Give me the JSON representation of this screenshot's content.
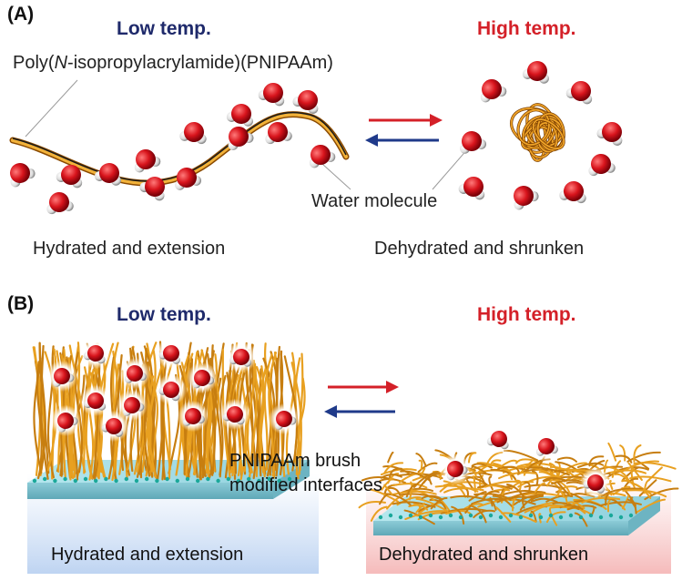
{
  "panel_a": {
    "label": "(A)",
    "low_temp": "Low temp.",
    "high_temp": "High temp.",
    "polymer_label": "Poly(",
    "polymer_label_italic": "N",
    "polymer_label_rest": "-isopropylacrylamide)(PNIPAAm)",
    "water_label": "Water molecule",
    "caption_left": "Hydrated and extension",
    "caption_right": "Dehydrated and shrunken"
  },
  "panel_b": {
    "label": "(B)",
    "low_temp": "Low temp.",
    "high_temp": "High temp.",
    "brush_label_line1": "PNIPAAm brush",
    "brush_label_line2": "modified interfaces",
    "caption_left": "Hydrated and extension",
    "caption_right": "Dehydrated and shrunken"
  },
  "colors": {
    "cold_arrow": "#1f3a8a",
    "hot_arrow": "#d42028",
    "oxygen": "#d8141c",
    "hydrogen": "#ececec",
    "polymer": "#e8a020",
    "substrate": "#a8dde6"
  }
}
